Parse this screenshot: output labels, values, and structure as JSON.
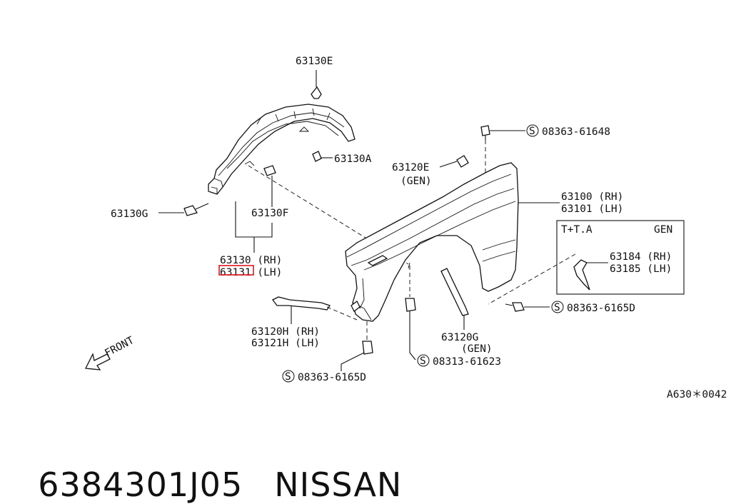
{
  "labels": {
    "l63130E": "63130E",
    "l63130A": "63130A",
    "l63130G": "63130G",
    "l63130F": "63130F",
    "l63130rh": "63130 (RH)",
    "l63131lh": "63131 (LH)",
    "l63120E": "63120E",
    "l63120Egen": "(GEN)",
    "s0836361648": "08363-61648",
    "l63100": "63100 (RH)",
    "l63101": "63101 (LH)",
    "bowTA": "T+T.A",
    "boxGEN": "GEN",
    "l63184": "63184 (RH)",
    "l63185": "63185 (LH)",
    "s0836361650right": "08363-6165D",
    "l63120H": "63120H (RH)",
    "l63121H": "63121H (LH)",
    "l63120G": "63120G",
    "l63120Ggen": "(GEN)",
    "s0831361623": "08313-61623",
    "s0836361650bottom": "08363-6165D",
    "front": "FRONT",
    "diagram_code": "A630＊0042",
    "s_symbol": "S"
  },
  "footer": {
    "part_number": "6384301J05",
    "brand": "NISSAN"
  },
  "highlight_color": "#e0141e"
}
